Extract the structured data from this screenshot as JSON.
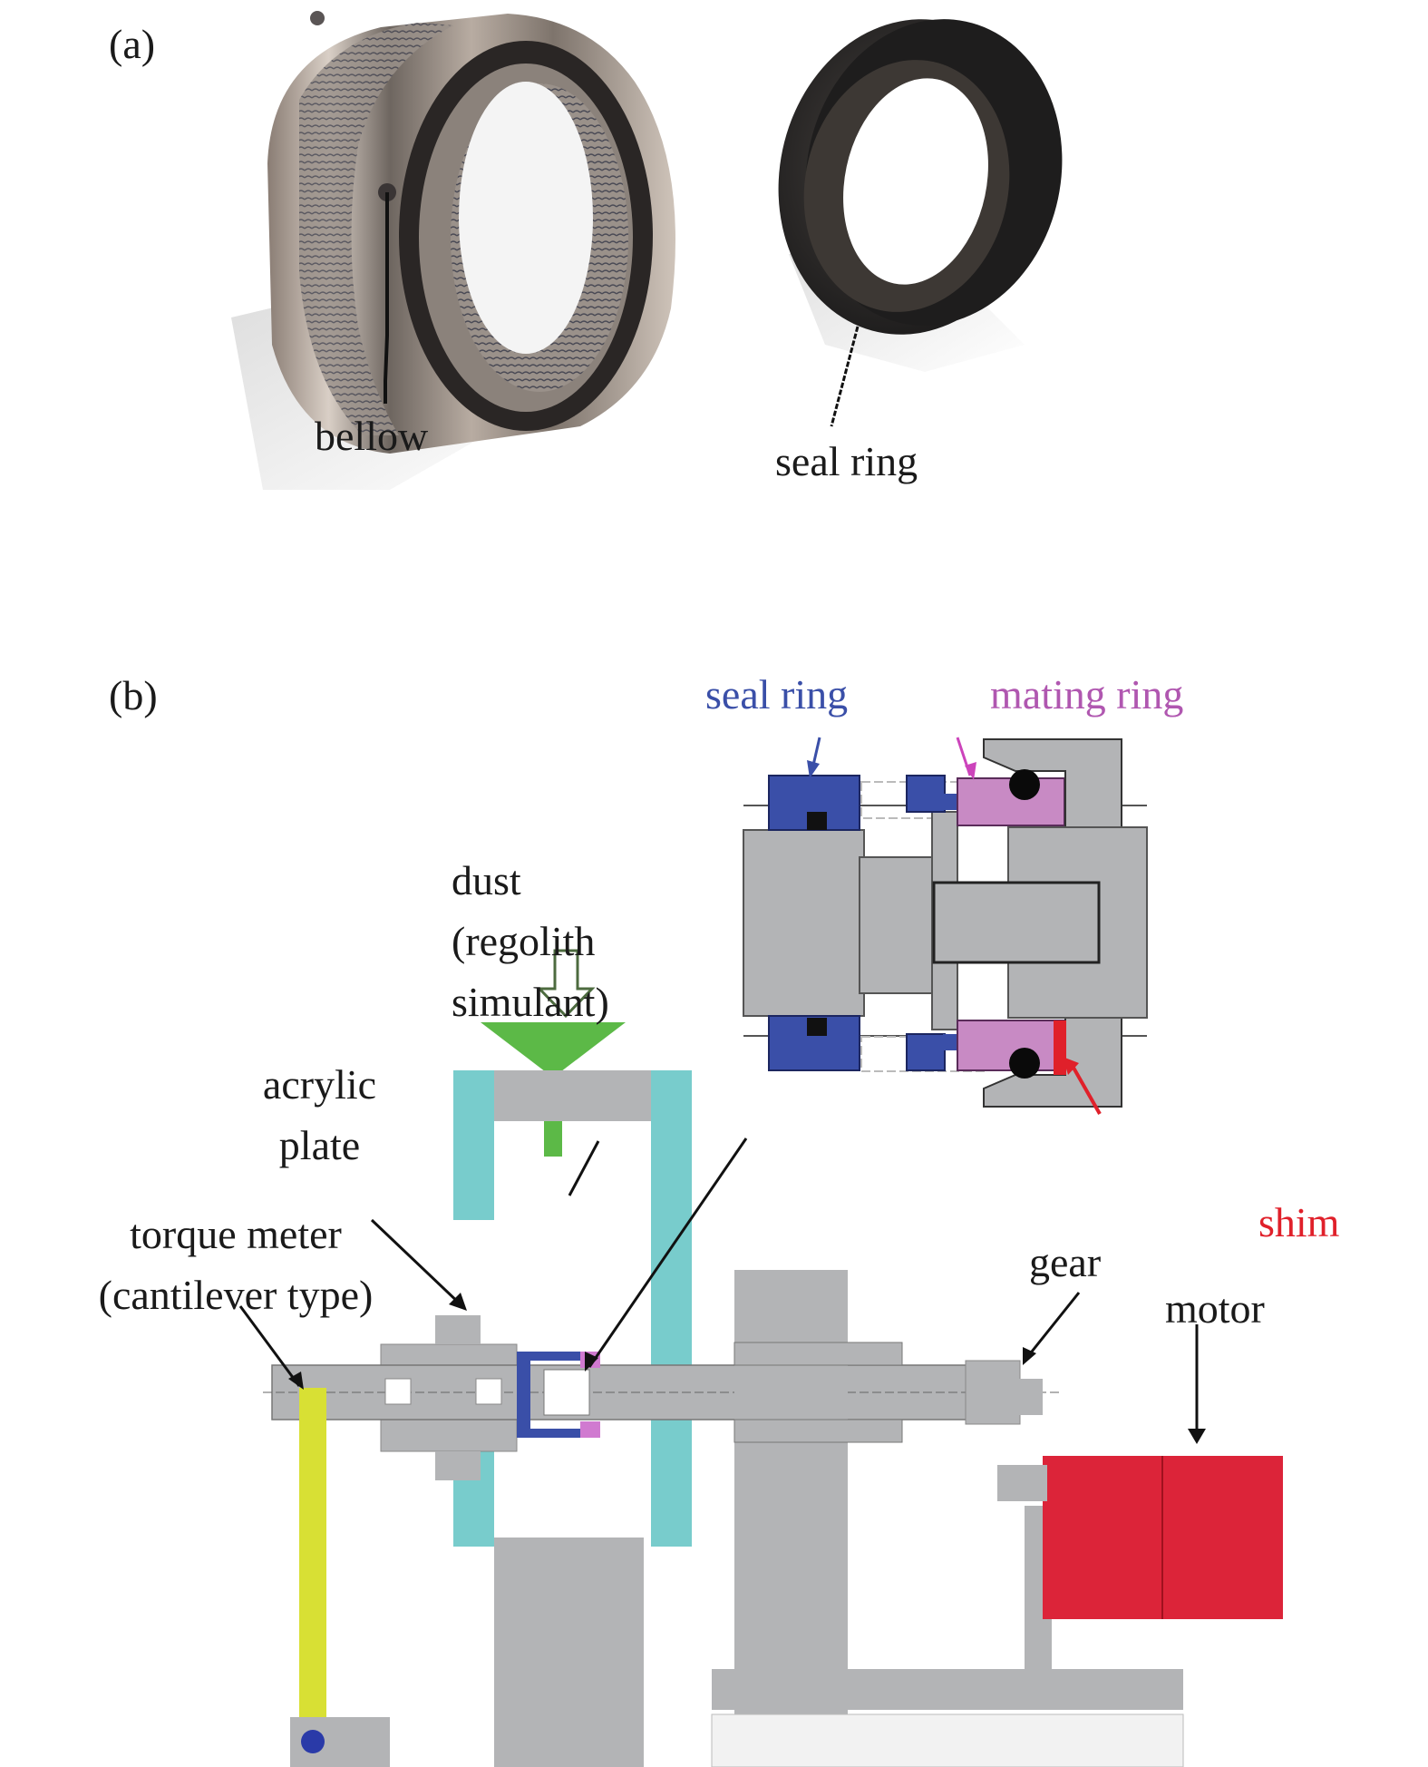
{
  "panel_a": {
    "label": "(a)",
    "callouts": {
      "bellow": "bellow",
      "seal_ring": "seal ring"
    }
  },
  "panel_b": {
    "label": "(b)",
    "callouts": {
      "seal_ring": "seal ring",
      "mating_ring": "mating ring",
      "shim": "shim",
      "dust_line1": "dust",
      "dust_line2": "(regolith",
      "dust_line3": "simulant)",
      "acrylic_line1": "acrylic",
      "acrylic_line2": "plate",
      "torque_line1": "torque meter",
      "torque_line2": "(cantilever type)",
      "gear": "gear",
      "motor": "motor"
    }
  },
  "colors": {
    "seal_ring": "#3a4fa8",
    "mating_ring": "#b057b0",
    "shim": "#e0202a",
    "dust_funnel": "#5cb947",
    "acrylic": "#78cccc",
    "torque_meter": "#d8e034",
    "motor": "#dc2439",
    "metal": "#b3b4b6"
  }
}
